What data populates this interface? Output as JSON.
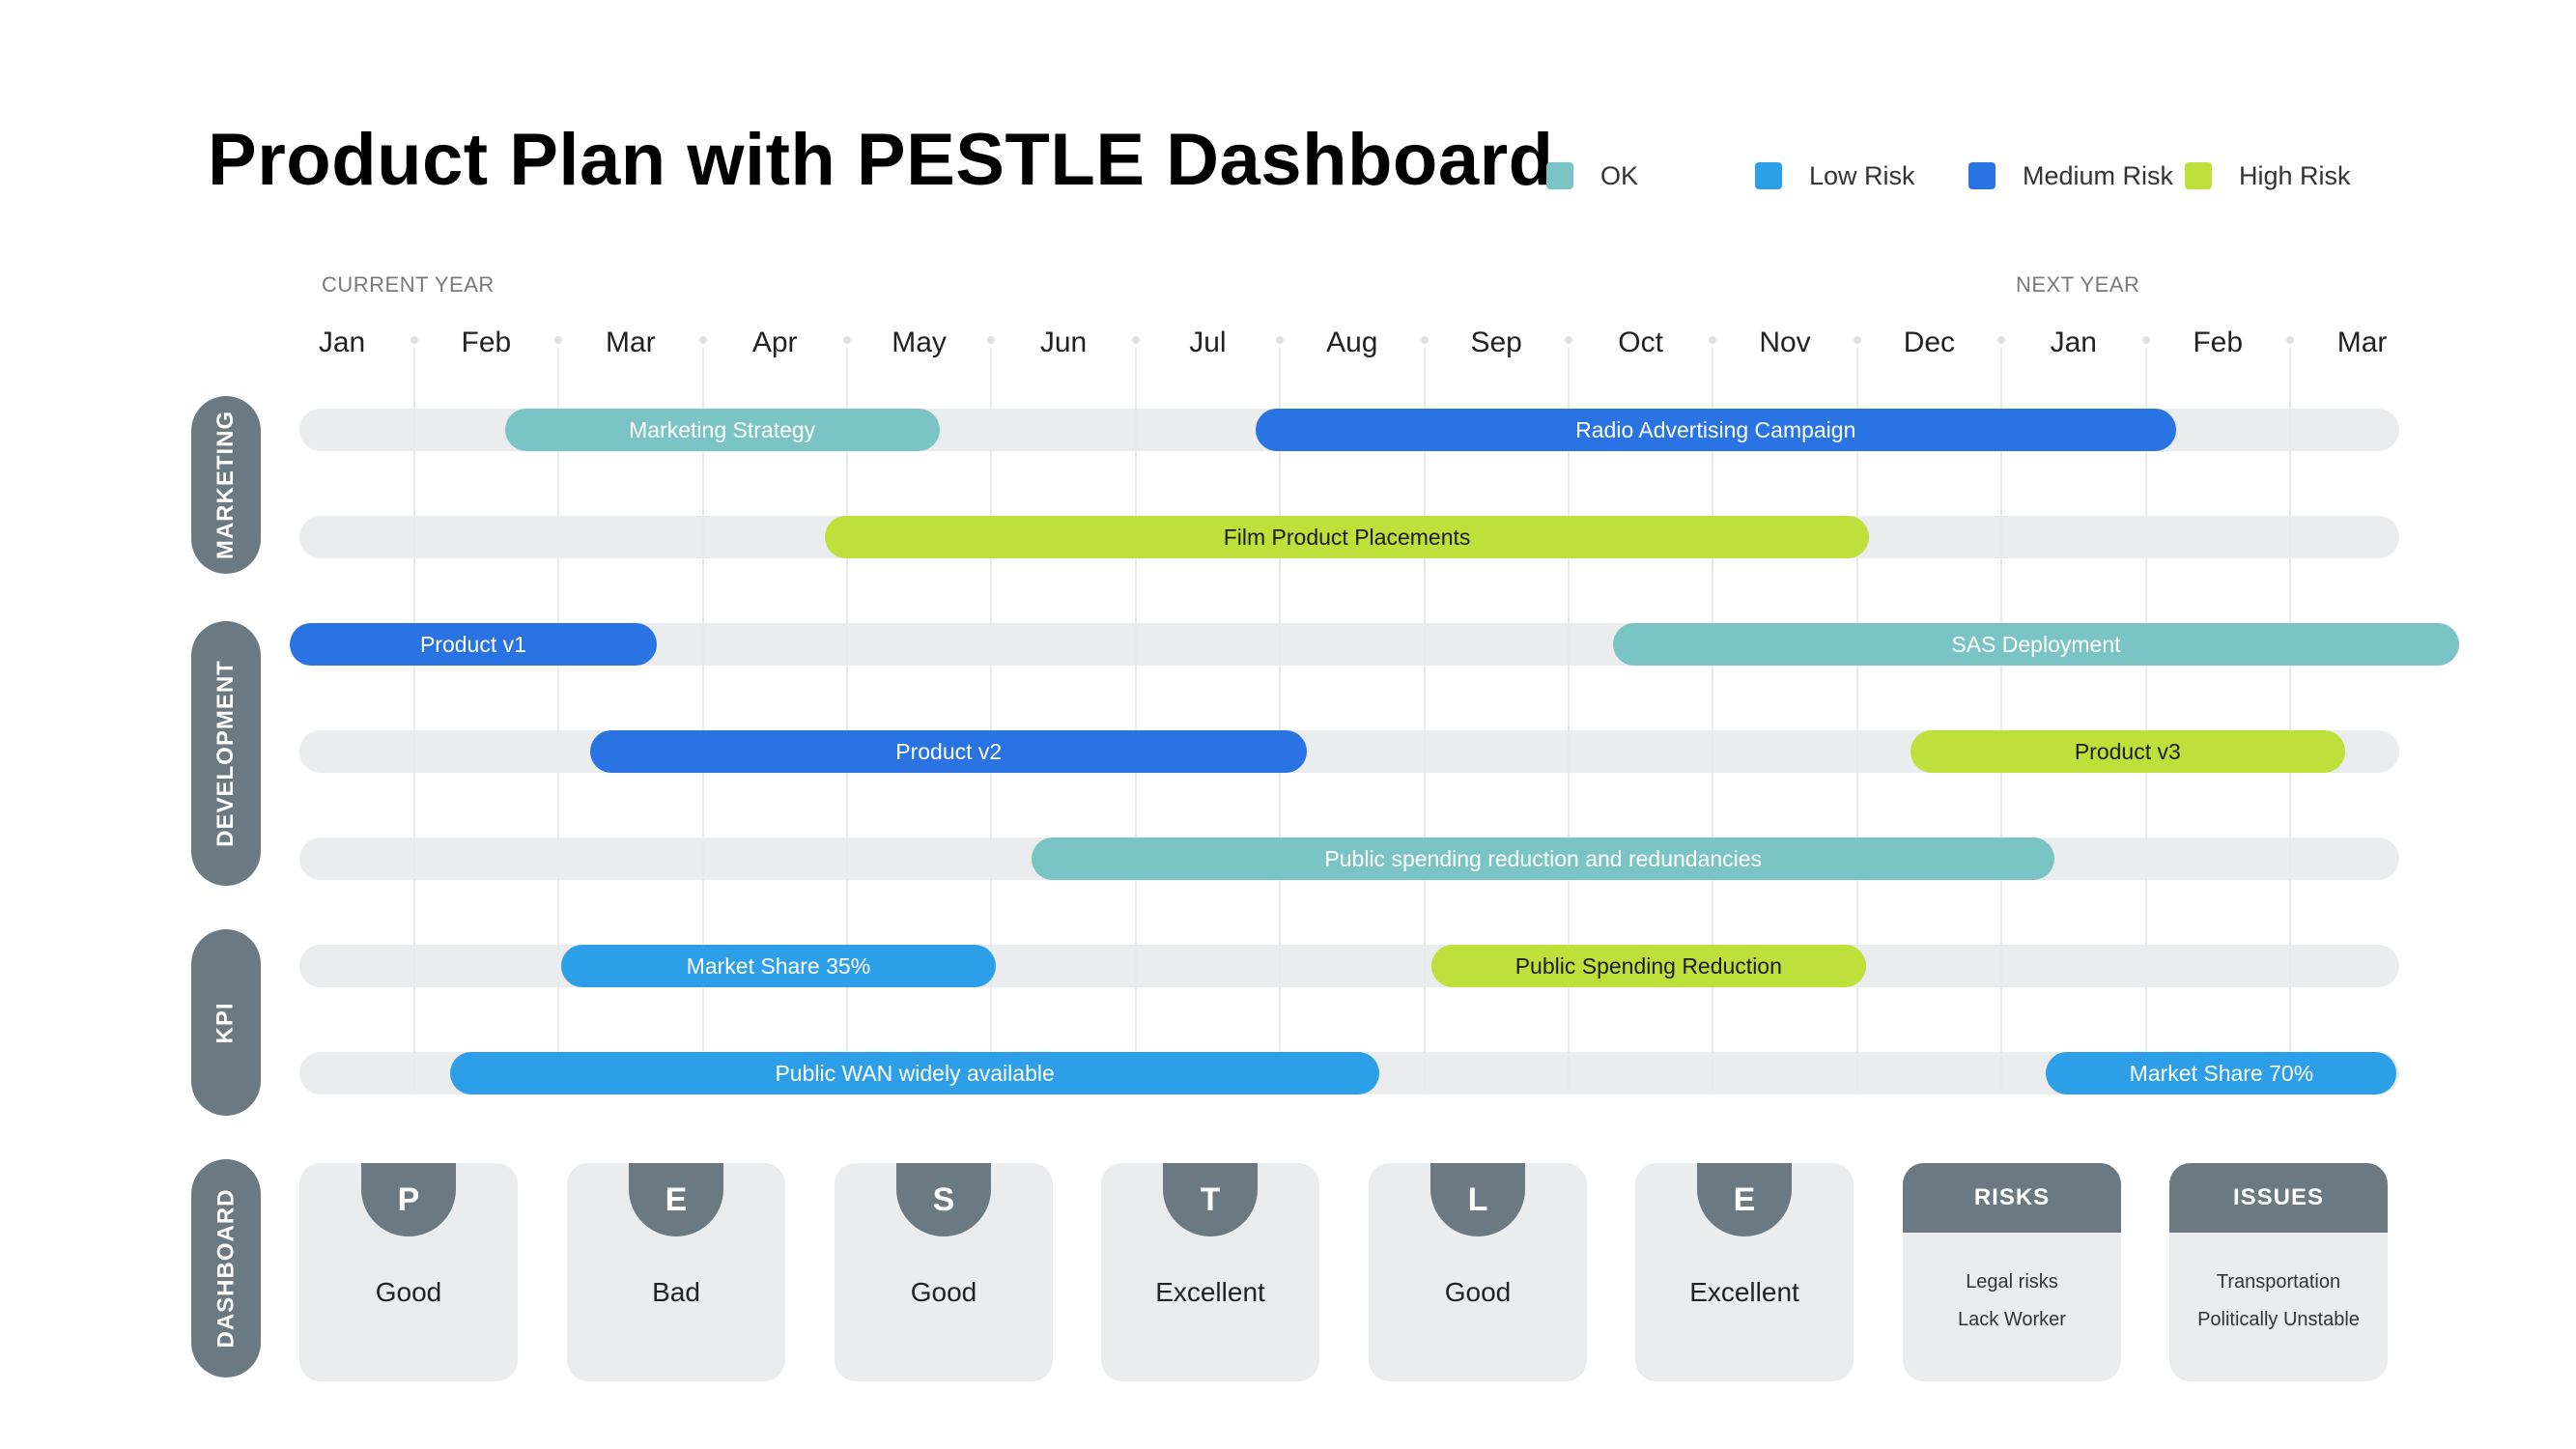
{
  "title": "Product Plan with PESTLE Dashboard",
  "legend": [
    {
      "label": "OK",
      "color": "#7bc4c6"
    },
    {
      "label": "Low Risk",
      "color": "#2d9ee8"
    },
    {
      "label": "Medium Risk",
      "color": "#2a73e3"
    },
    {
      "label": "High Risk",
      "color": "#bde03a"
    }
  ],
  "timeline": {
    "current_year_label": "CURRENT YEAR",
    "next_year_label": "NEXT YEAR",
    "months": [
      "Jan",
      "Feb",
      "Mar",
      "Apr",
      "May",
      "Jun",
      "Jul",
      "Aug",
      "Sep",
      "Oct",
      "Nov",
      "Dec",
      "Jan",
      "Feb",
      "Mar"
    ]
  },
  "categories": [
    {
      "label": "MARKETING"
    },
    {
      "label": "DEVELOPMENT"
    },
    {
      "label": "KPI"
    },
    {
      "label": "DASHBOARD"
    }
  ],
  "tasks": [
    {
      "label": "Marketing Strategy",
      "status": "OK",
      "start": 1.63,
      "end": 4.64,
      "row": 0
    },
    {
      "label": "Radio Advertising Campaign",
      "status": "Medium Risk",
      "start": 6.83,
      "end": 13.21,
      "row": 0
    },
    {
      "label": "Film Product Placements",
      "status": "High Risk",
      "start": 3.85,
      "end": 11.08,
      "row": 1
    },
    {
      "label": "Product v1",
      "status": "Medium Risk",
      "start": 0.14,
      "end": 2.68,
      "row": 2
    },
    {
      "label": "SAS Deployment",
      "status": "OK",
      "start": 9.31,
      "end": 15.17,
      "row": 2
    },
    {
      "label": "Product v2",
      "status": "Medium Risk",
      "start": 2.22,
      "end": 7.19,
      "row": 3
    },
    {
      "label": "Product v3",
      "status": "High Risk",
      "start": 11.37,
      "end": 14.38,
      "row": 3
    },
    {
      "label": "Public spending reduction and redundancies",
      "status": "OK",
      "start": 5.28,
      "end": 12.37,
      "row": 4
    },
    {
      "label": "Market Share 35%",
      "status": "Low Risk",
      "start": 2.02,
      "end": 5.03,
      "row": 5
    },
    {
      "label": "Public Spending Reduction",
      "status": "High Risk",
      "start": 8.05,
      "end": 11.06,
      "row": 5
    },
    {
      "label": "Public WAN widely available",
      "status": "Low Risk",
      "start": 1.25,
      "end": 7.69,
      "row": 6
    },
    {
      "label": "Market Share 70%",
      "status": "Low Risk",
      "start": 12.31,
      "end": 14.74,
      "row": 6
    }
  ],
  "pestle": [
    {
      "letter": "P",
      "value": "Good"
    },
    {
      "letter": "E",
      "value": "Bad"
    },
    {
      "letter": "S",
      "value": "Good"
    },
    {
      "letter": "T",
      "value": "Excellent"
    },
    {
      "letter": "L",
      "value": "Good"
    },
    {
      "letter": "E",
      "value": "Excellent"
    }
  ],
  "risks": {
    "title": "RISKS",
    "items": [
      "Legal risks",
      "Lack Worker"
    ]
  },
  "issues": {
    "title": "ISSUES",
    "items": [
      "Transportation",
      "Politically Unstable"
    ]
  }
}
